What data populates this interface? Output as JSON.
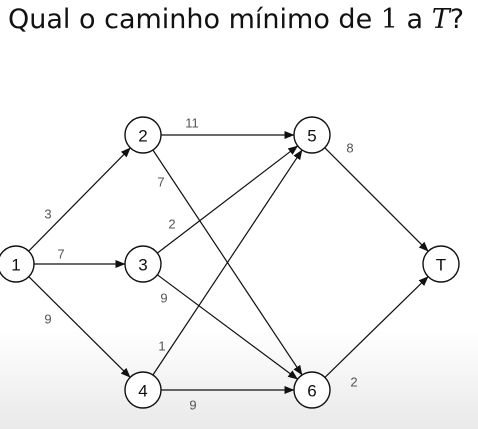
{
  "question": {
    "prefix": "Qual o caminho mínimo de ",
    "source": "1",
    "middle": " a ",
    "target": "T",
    "suffix": "?"
  },
  "graph": {
    "nodes": [
      {
        "id": "1",
        "label": "1"
      },
      {
        "id": "2",
        "label": "2"
      },
      {
        "id": "3",
        "label": "3"
      },
      {
        "id": "4",
        "label": "4"
      },
      {
        "id": "5",
        "label": "5"
      },
      {
        "id": "6",
        "label": "6"
      },
      {
        "id": "T",
        "label": "T"
      }
    ],
    "edges": [
      {
        "from": "1",
        "to": "2",
        "weight": "3"
      },
      {
        "from": "1",
        "to": "3",
        "weight": "7"
      },
      {
        "from": "1",
        "to": "4",
        "weight": "9"
      },
      {
        "from": "2",
        "to": "5",
        "weight": "11"
      },
      {
        "from": "2",
        "to": "6",
        "weight": "7"
      },
      {
        "from": "3",
        "to": "5",
        "weight": "2"
      },
      {
        "from": "3",
        "to": "6",
        "weight": "9"
      },
      {
        "from": "4",
        "to": "5",
        "weight": "1"
      },
      {
        "from": "4",
        "to": "6",
        "weight": "9"
      },
      {
        "from": "5",
        "to": "T",
        "weight": "8"
      },
      {
        "from": "6",
        "to": "T",
        "weight": "2"
      }
    ]
  }
}
